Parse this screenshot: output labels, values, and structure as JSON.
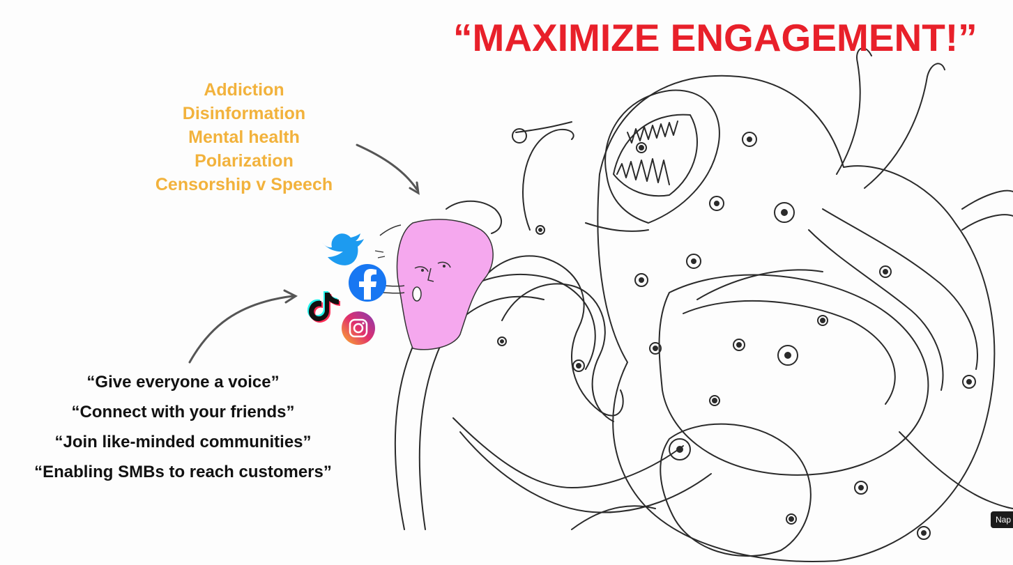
{
  "slide": {
    "title": "“MAXIMIZE ENGAGEMENT!”",
    "problems": [
      "Addiction",
      "Disinformation",
      "Mental health",
      "Polarization",
      "Censorship v Speech"
    ],
    "slogans": [
      "“Give everyone a voice”",
      "“Connect with your friends”",
      "“Join like-minded communities”",
      "“Enabling SMBs to reach customers”"
    ],
    "badge": "Nap"
  },
  "icons": [
    "twitter-bird-icon",
    "facebook-icon",
    "tiktok-icon",
    "instagram-icon"
  ],
  "colors": {
    "title": "#e8202a",
    "problems": "#f2b23c",
    "slogans": "#111111",
    "face": "#f5a8ee",
    "twitter": "#1d9bf0",
    "facebook": "#1877f2"
  }
}
